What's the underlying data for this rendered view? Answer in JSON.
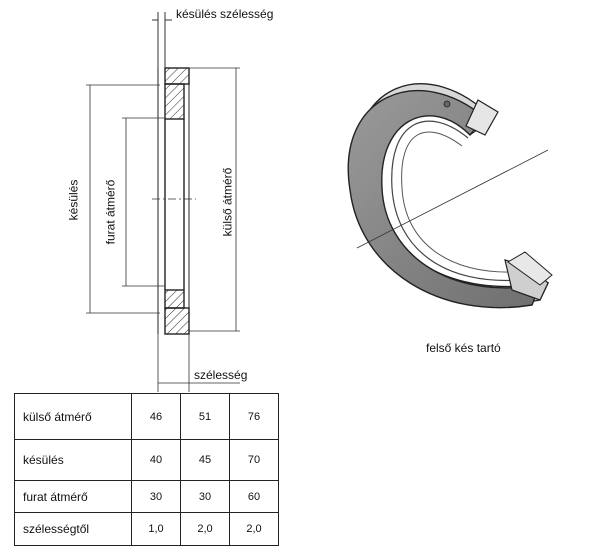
{
  "labels": {
    "blade_width": "késülés szélesség",
    "blade_seat": "késülés",
    "bore_diameter": "furat átmérő",
    "outer_diameter": "külső átmérő",
    "width": "szélesség",
    "upper_blade_holder": "felső kés tartó"
  },
  "spec_table": {
    "rows": [
      {
        "header": "külső átmérő",
        "values": [
          "46",
          "51",
          "76"
        ]
      },
      {
        "header": "késülés",
        "values": [
          "40",
          "45",
          "70"
        ]
      },
      {
        "header": "furat átmérő",
        "values": [
          "30",
          "30",
          "60"
        ]
      },
      {
        "header": "szélességtől",
        "values": [
          "1,0",
          "2,0",
          "2,0"
        ]
      }
    ]
  }
}
